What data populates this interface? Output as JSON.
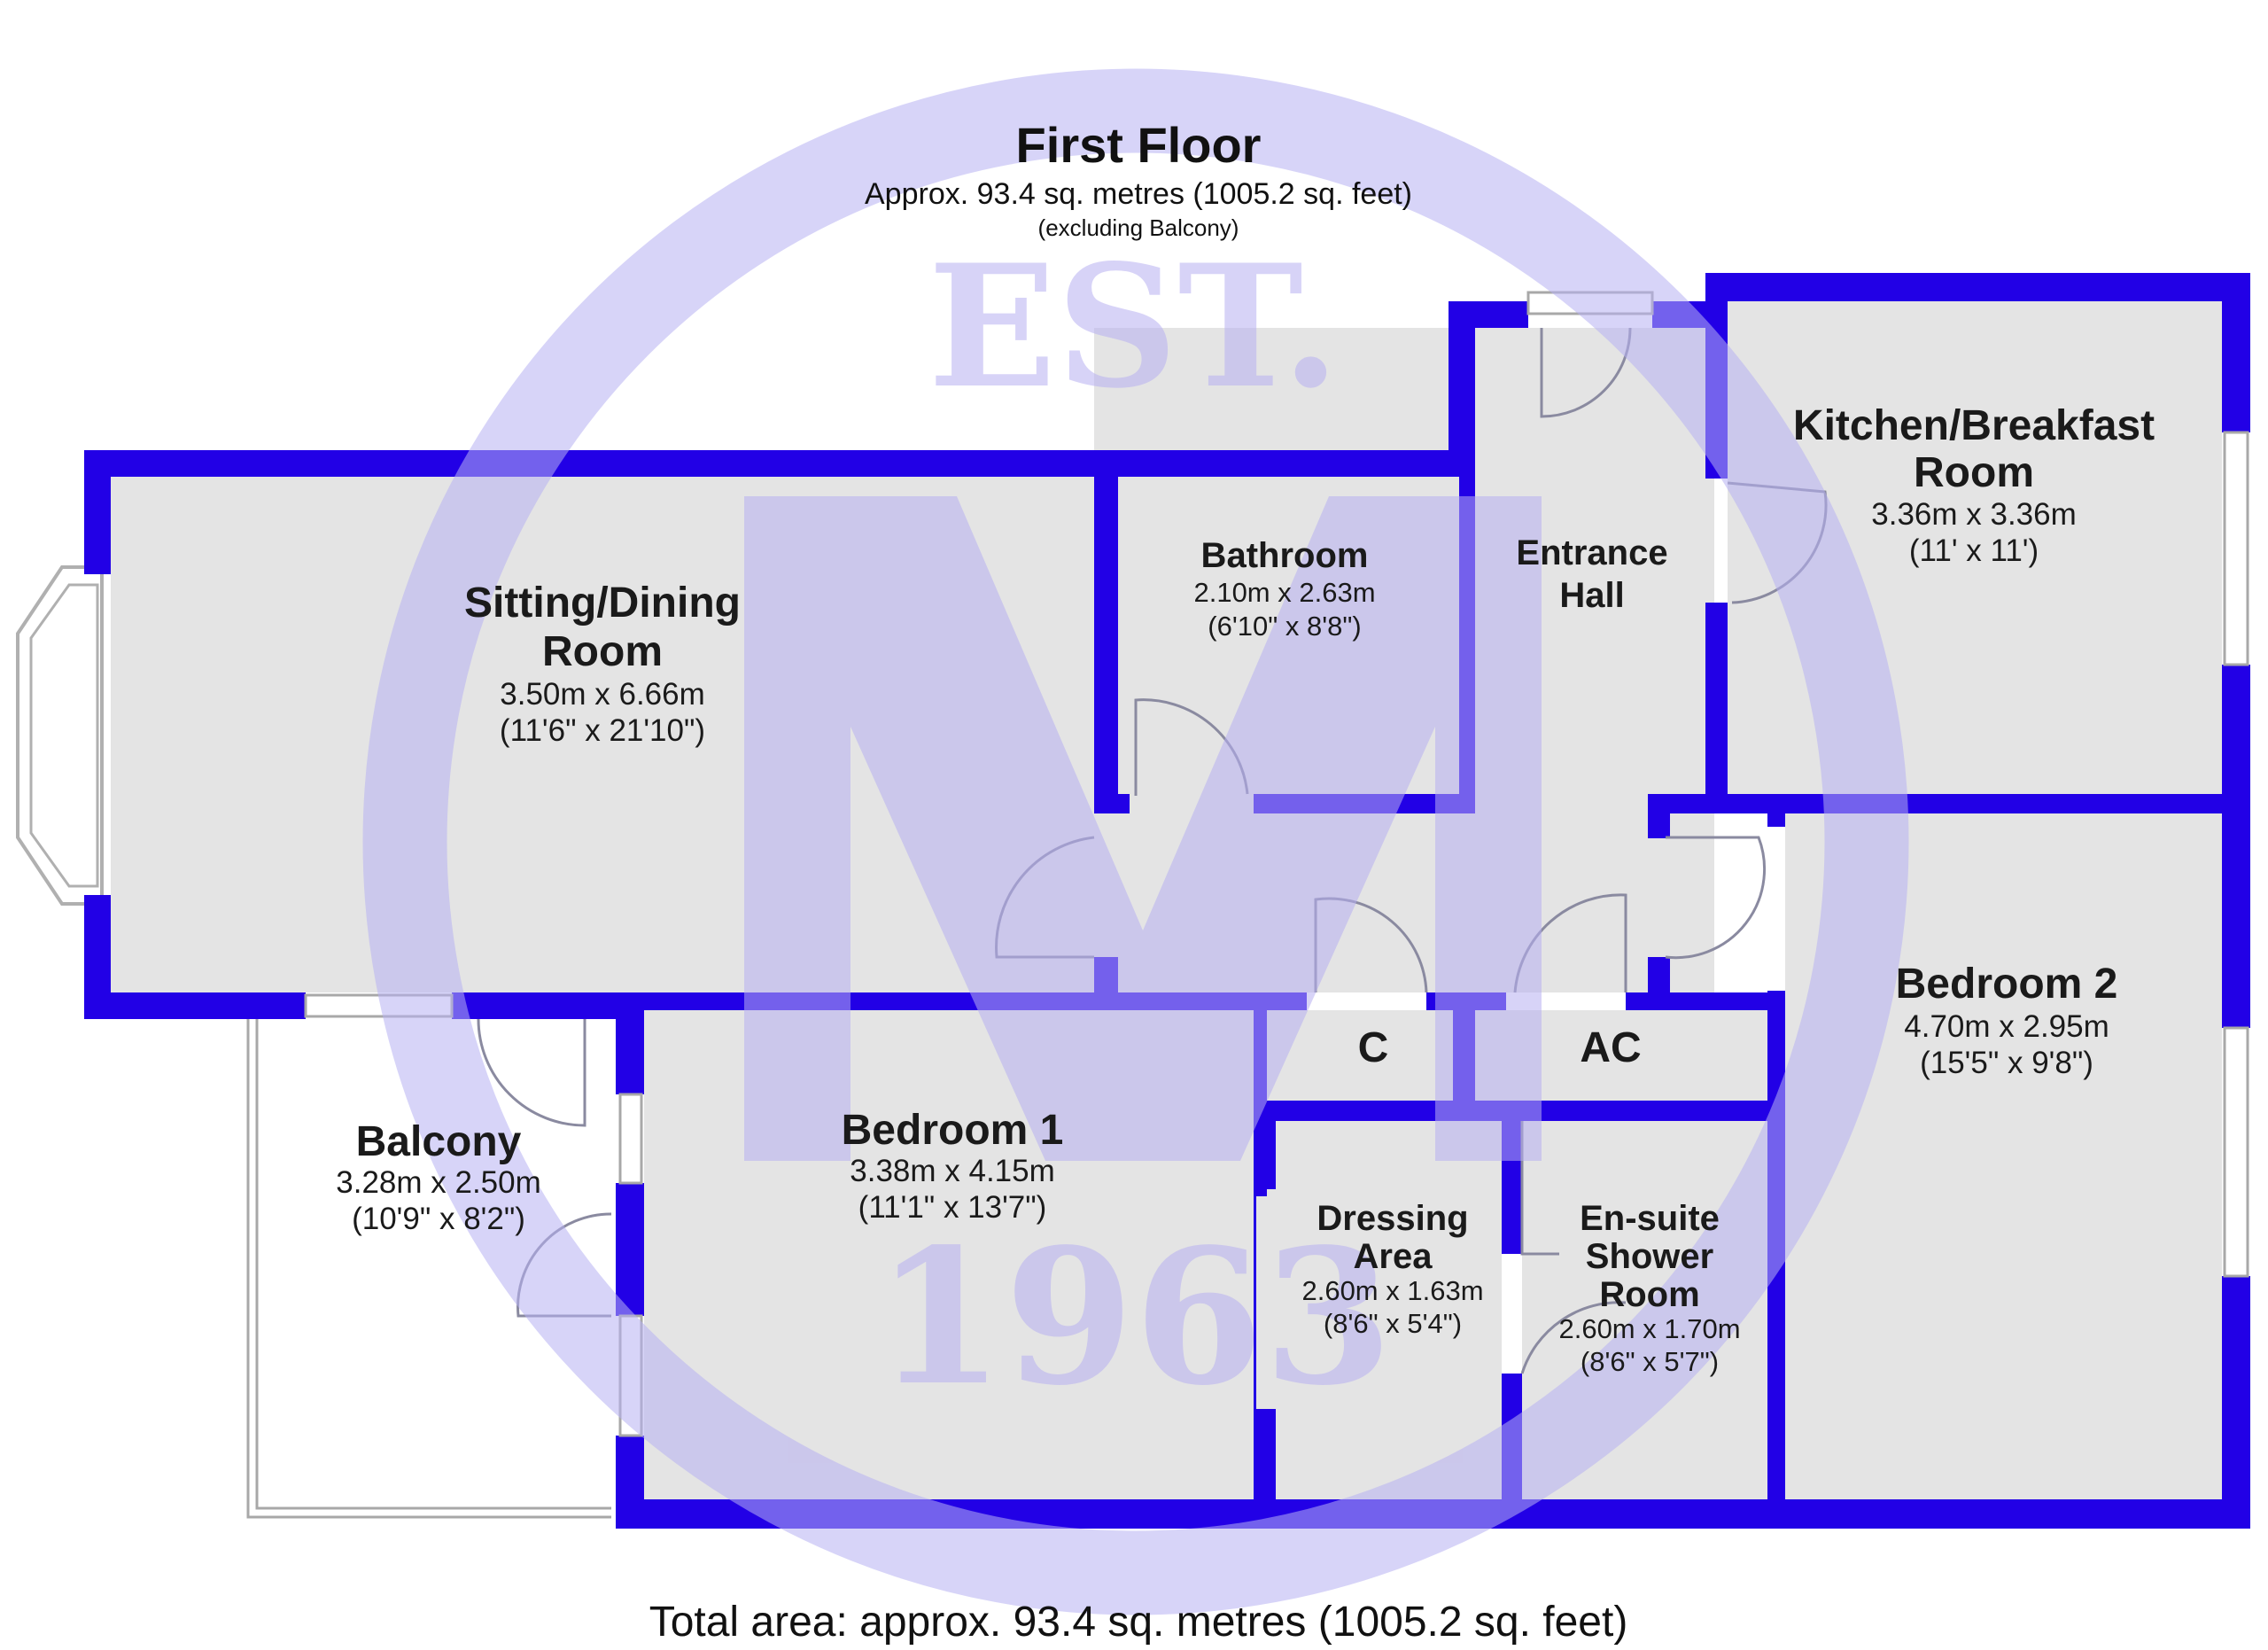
{
  "header": {
    "floor_title": "First Floor",
    "area_line": "Approx. 93.4 sq. metres (1005.2 sq. feet)",
    "area_note": "(excluding Balcony)"
  },
  "watermark": {
    "top_text": "EST.",
    "bottom_text": "1963",
    "monogram": "M"
  },
  "rooms": {
    "sitting": {
      "name_1": "Sitting/Dining",
      "name_2": "Room",
      "metric": "3.50m x 6.66m",
      "imperial": "(11'6\" x 21'10\")"
    },
    "bathroom": {
      "name": "Bathroom",
      "metric": "2.10m x 2.63m",
      "imperial": "(6'10\" x 8'8\")"
    },
    "entrance": {
      "name_1": "Entrance",
      "name_2": "Hall"
    },
    "kitchen": {
      "name_1": "Kitchen/Breakfast",
      "name_2": "Room",
      "metric": "3.36m x 3.36m",
      "imperial": "(11' x 11')"
    },
    "bedroom2": {
      "name": "Bedroom 2",
      "metric": "4.70m x 2.95m",
      "imperial": "(15'5\" x 9'8\")"
    },
    "balcony": {
      "name": "Balcony",
      "metric": "3.28m x 2.50m",
      "imperial": "(10'9\" x 8'2\")"
    },
    "bedroom1": {
      "name": "Bedroom 1",
      "metric": "3.38m x 4.15m",
      "imperial": "(11'1\" x 13'7\")"
    },
    "cupboard": {
      "name": "C"
    },
    "airing": {
      "name": "AC"
    },
    "dressing": {
      "name_1": "Dressing",
      "name_2": "Area",
      "metric": "2.60m x 1.63m",
      "imperial": "(8'6\" x 5'4\")"
    },
    "ensuite": {
      "name_1": "En-suite",
      "name_2": "Shower",
      "name_3": "Room",
      "metric": "2.60m x 1.70m",
      "imperial": "(8'6\" x 5'7\")"
    }
  },
  "footer": {
    "total": "Total area: approx. 93.4 sq. metres (1005.2 sq. feet)"
  },
  "colors": {
    "wall": "#2200e6",
    "floor": "#e4e4e4",
    "watermark": "#b7b0f2"
  }
}
